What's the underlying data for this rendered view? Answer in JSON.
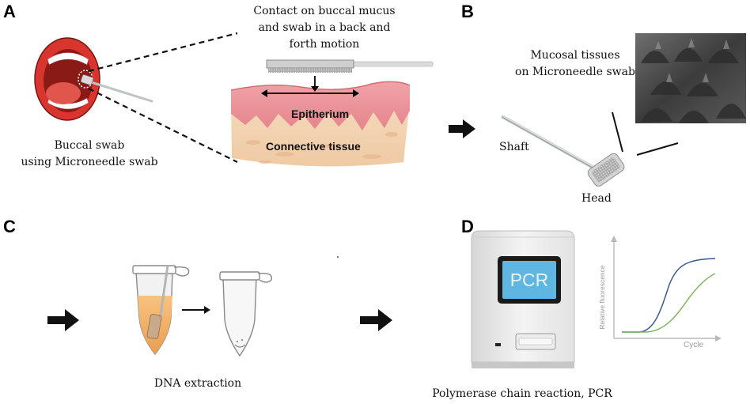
{
  "panels": {
    "a": "A",
    "b": "B",
    "c": "C",
    "d": "D"
  },
  "panel_a": {
    "caption_line1": "Buccal swab",
    "caption_line2": "using Microneedle swab",
    "contact_line1": "Contact on buccal mucus",
    "contact_line2": "and swab in a back and",
    "contact_line3": "forth motion",
    "epitherium": "Epitherium",
    "connective": "Connective tissue"
  },
  "panel_b": {
    "mucosal_line1": "Mucosal tissues",
    "mucosal_line2": "on Microneedle swab",
    "shaft": "Shaft",
    "head": "Head"
  },
  "panel_c": {
    "caption": "DNA extraction"
  },
  "panel_d": {
    "screen_text": "PCR",
    "caption": "Polymerase chain reaction, PCR",
    "y_axis": "Relative fluorescence",
    "x_axis": "Cycle"
  },
  "colors": {
    "lip_red": "#d9352f",
    "tissue_pink": "#e98a92",
    "tissue_tan": "#f2d2b0",
    "tube_liquid": "#f4b26a",
    "screen_blue": "#5fb6e0",
    "curve_blue": "#3c5a8f",
    "curve_green": "#7fb55a"
  }
}
